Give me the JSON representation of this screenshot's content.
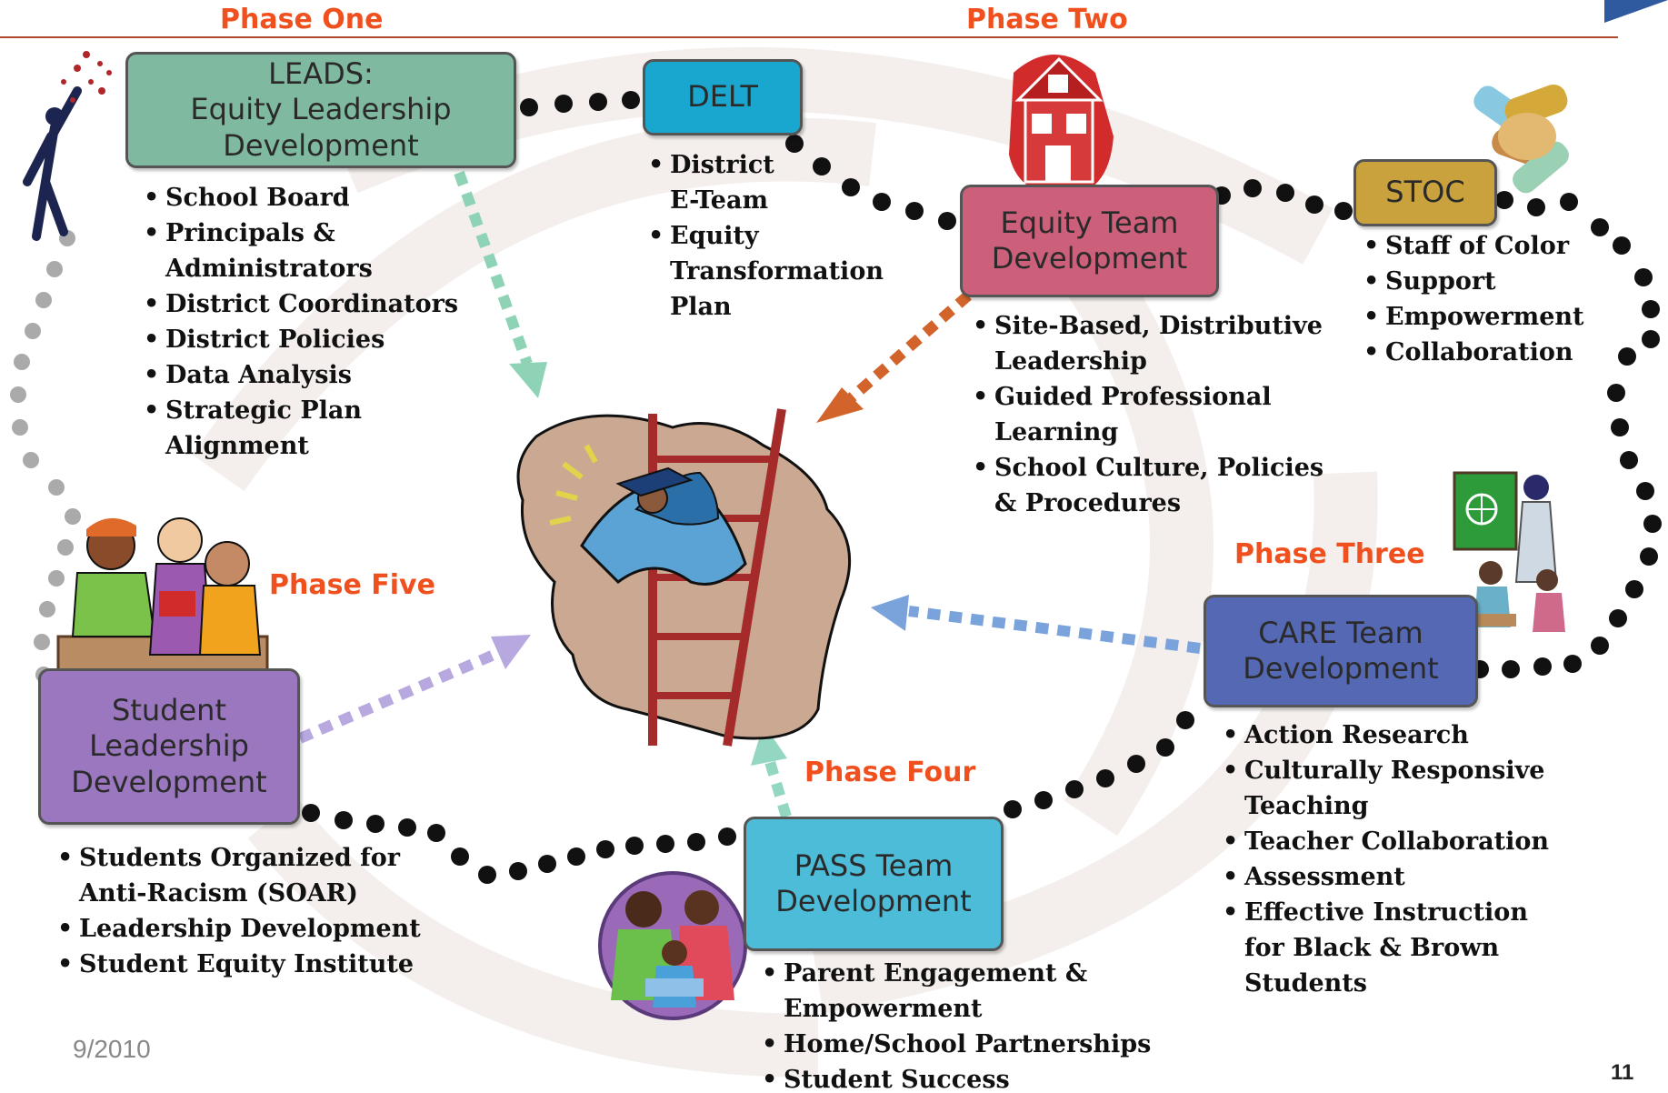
{
  "phases": {
    "one": "Phase One",
    "two": "Phase Two",
    "three": "Phase Three",
    "four": "Phase Four",
    "five": "Phase Five"
  },
  "boxes": {
    "leads": [
      "LEADS:",
      "Equity Leadership",
      "Development"
    ],
    "delt": [
      "DELT"
    ],
    "equity_team": [
      "Equity Team",
      "Development"
    ],
    "stoc": [
      "STOC"
    ],
    "care": [
      "CARE Team",
      "Development"
    ],
    "pass": [
      "PASS Team",
      "Development"
    ],
    "student": [
      "Student",
      "Leadership",
      "Development"
    ]
  },
  "lists": {
    "leads": [
      "School Board",
      "Principals &",
      "Administrators",
      "District Coordinators",
      "District Policies",
      "Data Analysis",
      "Strategic Plan",
      "Alignment"
    ],
    "delt": [
      "District",
      "E-Team",
      "Equity",
      "Transformation",
      "Plan"
    ],
    "equity_team": [
      "Site-Based, Distributive",
      "Leadership",
      "Guided Professional",
      "Learning",
      "School Culture, Policies",
      "& Procedures"
    ],
    "stoc": [
      "Staff of Color",
      "Support",
      "Empowerment",
      "Collaboration"
    ],
    "care": [
      "Action Research",
      "Culturally Responsive",
      "Teaching",
      "Teacher Collaboration",
      "Assessment",
      "Effective Instruction",
      "for Black & Brown",
      "Students"
    ],
    "pass": [
      "Parent Engagement &",
      "Empowerment",
      "Home/School Partnerships",
      "Student Success"
    ],
    "student": [
      "Students Organized for",
      "Anti-Racism (SOAR)",
      "Leadership Development",
      "Student Equity Institute"
    ]
  },
  "footer": {
    "date": "9/2010",
    "page_number": "11"
  },
  "colors": {
    "phase_label": "#f0501e",
    "leads_box": "#7fb9a0",
    "delt_box": "#1aa7cf",
    "equity_team_box": "#cc5f79",
    "stoc_box": "#c9a23e",
    "care_box": "#5568b3",
    "pass_box": "#4dbcd8",
    "student_box": "#9a77bf",
    "arrow_green": "#8fd3b6",
    "arrow_orange": "#d2642b",
    "arrow_blue": "#7aa3dc",
    "arrow_purple": "#b7a8e0",
    "arrow_teal": "#93d6c1",
    "dots": "#111111",
    "dots_grey": "#aaaaaa",
    "rule": "#b04a2a"
  },
  "icons": [
    "achiever-figure-icon",
    "schoolhouse-icon",
    "joined-hands-icon",
    "graduate-climbing-ladder-icon",
    "students-group-icon",
    "family-icon",
    "teacher-classroom-icon",
    "corner-triangle-icon"
  ]
}
